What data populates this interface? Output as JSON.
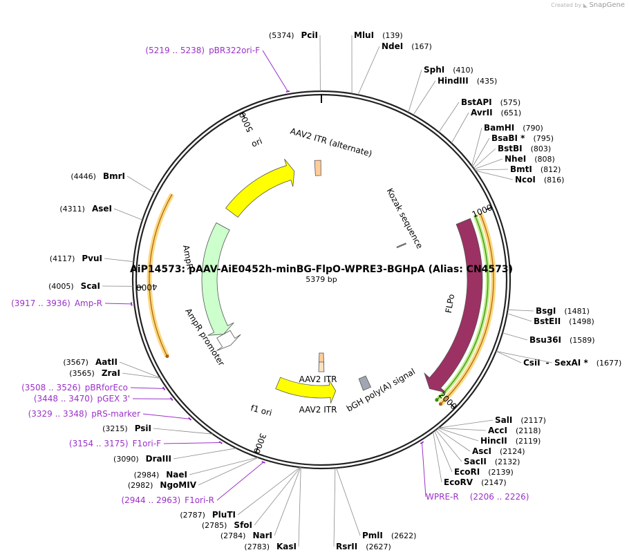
{
  "watermark": {
    "prefix": "Created by",
    "brand": "SnapGene"
  },
  "plasmid": {
    "name": "AiP14573: pAAV-AiE0452h-minBG-FlpO-WPRE3-BGHpA (Alias: CN4573)",
    "length_bp": 5379,
    "length_label": "5379 bp"
  },
  "ticks": [
    {
      "pos": 1000,
      "label": "1000"
    },
    {
      "pos": 2000,
      "label": "2000"
    },
    {
      "pos": 3000,
      "label": "3000"
    },
    {
      "pos": 4000,
      "label": "4000"
    },
    {
      "pos": 5000,
      "label": "5000"
    }
  ],
  "features": [
    {
      "name": "FLPo",
      "label": "FLPo",
      "type": "arrow",
      "start": 1010,
      "end": 2020,
      "color": "#9c3163",
      "lane": 0
    },
    {
      "name": "ori",
      "label": "ori",
      "type": "arrow",
      "start": 4585,
      "end": 5170,
      "color": "#ffff00",
      "lane": 1
    },
    {
      "name": "AmpR",
      "label": "AmpR",
      "type": "arrow",
      "start": 3600,
      "end": 4460,
      "reverse": true,
      "color": "#ccffcc",
      "lane": 1
    },
    {
      "name": "AmpR promoter",
      "label": "AmpR promoter",
      "type": "arrow",
      "start": 3500,
      "end": 3600,
      "reverse": true,
      "color": "#ffffff",
      "lane": 1
    },
    {
      "name": "f1 ori",
      "label": "f1 ori",
      "type": "arrow",
      "start": 2580,
      "end": 3030,
      "reverse": true,
      "color": "#ffff00",
      "lane": 2
    },
    {
      "name": "AAV2 ITR (alternate)",
      "label": "AAV2 ITR (alternate)",
      "type": "box",
      "start": 5330,
      "end": 5375,
      "color": "#ffcc99",
      "lane": 1
    },
    {
      "name": "AAV2 ITR",
      "label": "AAV2 ITR",
      "type": "box",
      "start": 2665,
      "end": 2715,
      "color": "#ffcc99",
      "lane": 3
    },
    {
      "name": "AAV2 ITR top",
      "label": "AAV2 ITR",
      "type": "box",
      "start": 2665,
      "end": 2715,
      "color": "#fde0c2",
      "lane": 4
    },
    {
      "name": "bGH poly(A) signal",
      "label": "bGH poly(A) signal",
      "type": "box",
      "start": 2320,
      "end": 2380,
      "color": "#a0a7b0",
      "lane": 2
    },
    {
      "name": "Kozak sequence",
      "label": "Kozak sequence",
      "type": "box",
      "start": 992,
      "end": 1002,
      "color": "#999999",
      "lane": 4
    }
  ],
  "orfs": [
    {
      "name": "orf-flpo",
      "start": 1005,
      "end": 2035,
      "color": "#ffd36b",
      "lane": "outer",
      "direction": "fwd"
    },
    {
      "name": "orf-flpo-inner",
      "start": 1002,
      "end": 2035,
      "color": "#b5ec7a",
      "lane": "inner",
      "direction": "fwd"
    },
    {
      "name": "orf-amp",
      "start": 3640,
      "end": 4480,
      "color": "#ffd36b",
      "lane": "outer",
      "direction": "rev"
    }
  ],
  "enzymes": [
    {
      "name": "PciI",
      "pos": "(5374)",
      "bp": 5374,
      "side": "left"
    },
    {
      "name": "MluI",
      "pos": "(139)",
      "bp": 139,
      "side": "right"
    },
    {
      "name": "NdeI",
      "pos": "(167)",
      "bp": 167,
      "side": "right"
    },
    {
      "name": "SphI",
      "pos": "(410)",
      "bp": 410,
      "side": "right"
    },
    {
      "name": "HindIII",
      "pos": "(435)",
      "bp": 435,
      "side": "right"
    },
    {
      "name": "BstAPI",
      "pos": "(575)",
      "bp": 575,
      "side": "right"
    },
    {
      "name": "AvrII",
      "pos": "(651)",
      "bp": 651,
      "side": "right"
    },
    {
      "name": "BamHI",
      "pos": "(790)",
      "bp": 790,
      "side": "right"
    },
    {
      "name": "BsaBI *",
      "pos": "(795)",
      "bp": 795,
      "side": "right"
    },
    {
      "name": "BstBI",
      "pos": "(803)",
      "bp": 803,
      "side": "right"
    },
    {
      "name": "NheI",
      "pos": "(808)",
      "bp": 808,
      "side": "right"
    },
    {
      "name": "BmtI",
      "pos": "(812)",
      "bp": 812,
      "side": "right"
    },
    {
      "name": "NcoI",
      "pos": "(816)",
      "bp": 816,
      "side": "right"
    },
    {
      "name": "BsgI",
      "pos": "(1481)",
      "bp": 1481,
      "side": "right"
    },
    {
      "name": "BstEII",
      "pos": "(1498)",
      "bp": 1498,
      "side": "right"
    },
    {
      "name": "Bsu36I",
      "pos": "(1589)",
      "bp": 1589,
      "side": "right"
    },
    {
      "name": "CsiI",
      "pos": "",
      "bp": 1677,
      "side": "right"
    },
    {
      "name": "SexAI *",
      "pos": "(1677)",
      "bp": 1677,
      "side": "right"
    },
    {
      "name": "SalI",
      "pos": "(2117)",
      "bp": 2117,
      "side": "right"
    },
    {
      "name": "AccI",
      "pos": "(2118)",
      "bp": 2118,
      "side": "right"
    },
    {
      "name": "HincII",
      "pos": "(2119)",
      "bp": 2119,
      "side": "right"
    },
    {
      "name": "AscI",
      "pos": "(2124)",
      "bp": 2124,
      "side": "right"
    },
    {
      "name": "SacII",
      "pos": "(2132)",
      "bp": 2132,
      "side": "right"
    },
    {
      "name": "EcoRI",
      "pos": "(2139)",
      "bp": 2139,
      "side": "right"
    },
    {
      "name": "EcoRV",
      "pos": "(2147)",
      "bp": 2147,
      "side": "right"
    },
    {
      "name": "PmlI",
      "pos": "(2622)",
      "bp": 2622,
      "side": "right"
    },
    {
      "name": "RsrII",
      "pos": "(2627)",
      "bp": 2627,
      "side": "right"
    },
    {
      "name": "KasI",
      "pos": "(2783)",
      "bp": 2783,
      "side": "left"
    },
    {
      "name": "NarI",
      "pos": "(2784)",
      "bp": 2784,
      "side": "left"
    },
    {
      "name": "SfoI",
      "pos": "(2785)",
      "bp": 2785,
      "side": "left"
    },
    {
      "name": "PluTI",
      "pos": "(2787)",
      "bp": 2787,
      "side": "left"
    },
    {
      "name": "NgoMIV",
      "pos": "(2982)",
      "bp": 2982,
      "side": "left"
    },
    {
      "name": "NaeI",
      "pos": "(2984)",
      "bp": 2984,
      "side": "left"
    },
    {
      "name": "DraIII",
      "pos": "(3090)",
      "bp": 3090,
      "side": "left"
    },
    {
      "name": "PsiI",
      "pos": "(3215)",
      "bp": 3215,
      "side": "left"
    },
    {
      "name": "ZraI",
      "pos": "(3565)",
      "bp": 3565,
      "side": "left"
    },
    {
      "name": "AatII",
      "pos": "(3567)",
      "bp": 3567,
      "side": "left"
    },
    {
      "name": "ScaI",
      "pos": "(4005)",
      "bp": 4005,
      "side": "left"
    },
    {
      "name": "PvuI",
      "pos": "(4117)",
      "bp": 4117,
      "side": "left"
    },
    {
      "name": "AseI",
      "pos": "(4311)",
      "bp": 4311,
      "side": "left"
    },
    {
      "name": "BmrI",
      "pos": "(4446)",
      "bp": 4446,
      "side": "left"
    }
  ],
  "primers": [
    {
      "name": "pBR322ori-F",
      "range": "(5219 .. 5238)",
      "bp": 5228,
      "side": "left"
    },
    {
      "name": "Amp-R",
      "range": "(3917 .. 3936)",
      "bp": 3926,
      "side": "left"
    },
    {
      "name": "pBRforEco",
      "range": "(3508 .. 3526)",
      "bp": 3517,
      "side": "left"
    },
    {
      "name": "pGEX 3'",
      "range": "(3448 .. 3470)",
      "bp": 3459,
      "side": "left"
    },
    {
      "name": "pRS-marker",
      "range": "(3329 .. 3348)",
      "bp": 3338,
      "side": "left"
    },
    {
      "name": "F1ori-F",
      "range": "(3154 .. 3175)",
      "bp": 3164,
      "side": "left"
    },
    {
      "name": "F1ori-R",
      "range": "(2944 .. 2963)",
      "bp": 2953,
      "side": "left"
    },
    {
      "name": "WPRE-R",
      "range": "(2206 .. 2226)",
      "bp": 2216,
      "side": "right"
    }
  ]
}
